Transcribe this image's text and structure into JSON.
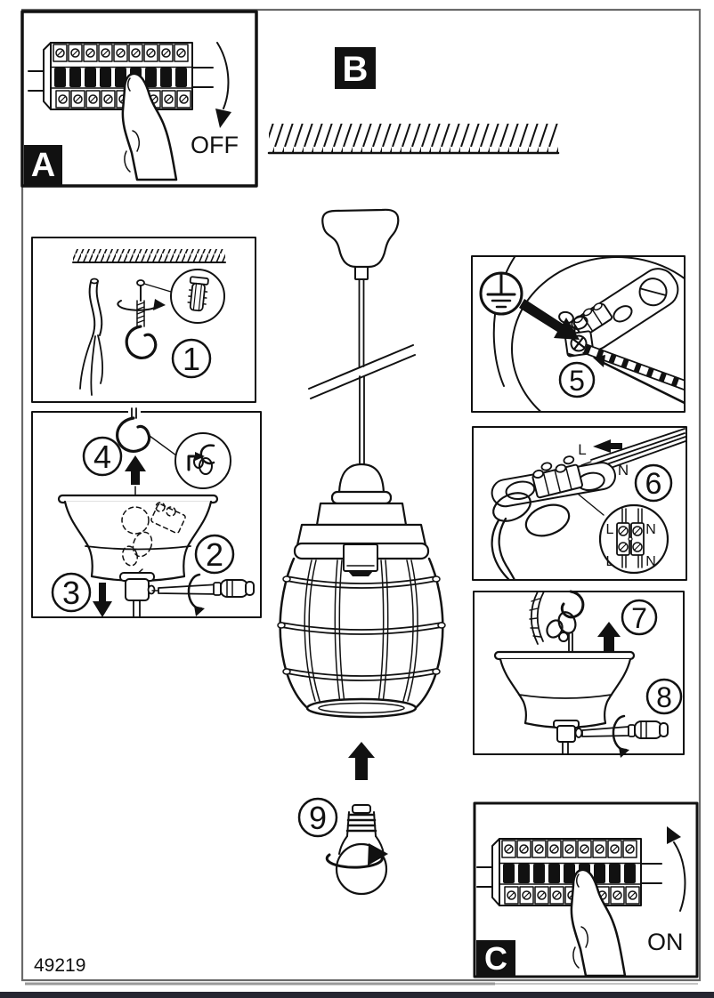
{
  "document": {
    "article_number": "49219"
  },
  "panels": {
    "a": {
      "label": "A",
      "caption": "OFF"
    },
    "b": {
      "label": "B"
    },
    "c": {
      "label": "C",
      "caption": "ON"
    }
  },
  "steps": {
    "s1": "1",
    "s2": "2",
    "s3": "3",
    "s4": "4",
    "s5": "5",
    "s6": "6",
    "s7": "7",
    "s8": "8",
    "s9": "9"
  },
  "wiring": {
    "live": "L",
    "neutral": "N",
    "inset": {
      "top_left": "L",
      "top_right": "N",
      "bottom_left": "L",
      "bottom_right": "N"
    }
  },
  "colors": {
    "ink": "#111111",
    "outer_border": "#6a6a6a",
    "label_bg": "#000000",
    "page_edge": "#262631"
  }
}
